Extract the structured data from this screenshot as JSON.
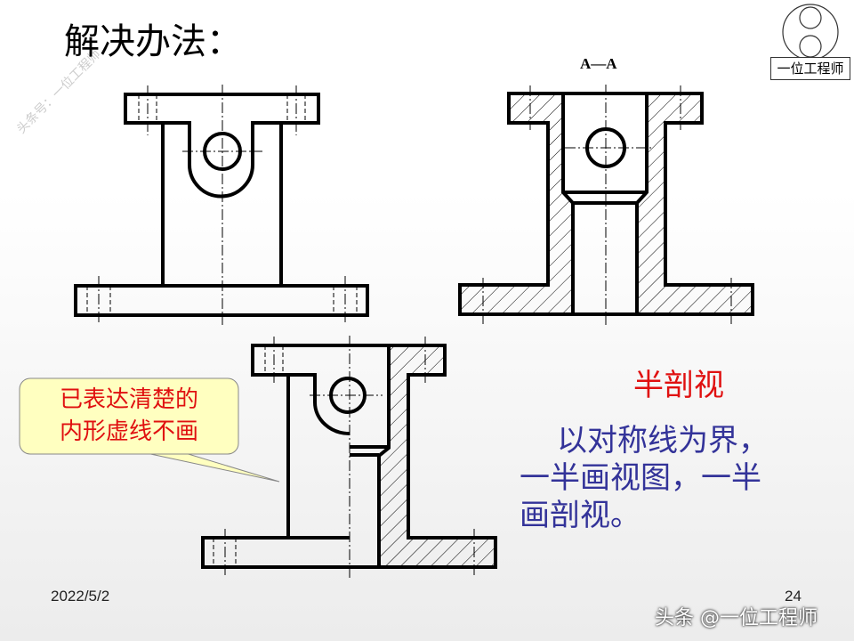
{
  "slide": {
    "title": "解决办法：",
    "section_label": "A—A",
    "callout": [
      "已表达清楚的",
      "内形虚线不画"
    ],
    "heading": "半剖视",
    "description": [
      "以对称线为界，",
      "一半画视图，一半",
      "画剖视。"
    ],
    "date": "2022/5/2",
    "page_number": "24"
  },
  "watermarks": {
    "diagonal": "头条号：一位工程师",
    "bottom": "头条 @一位工程师",
    "logo": "一位工程师"
  },
  "colors": {
    "red": "#e01010",
    "blue": "#333399",
    "callout_bg": "#ffffc0"
  }
}
